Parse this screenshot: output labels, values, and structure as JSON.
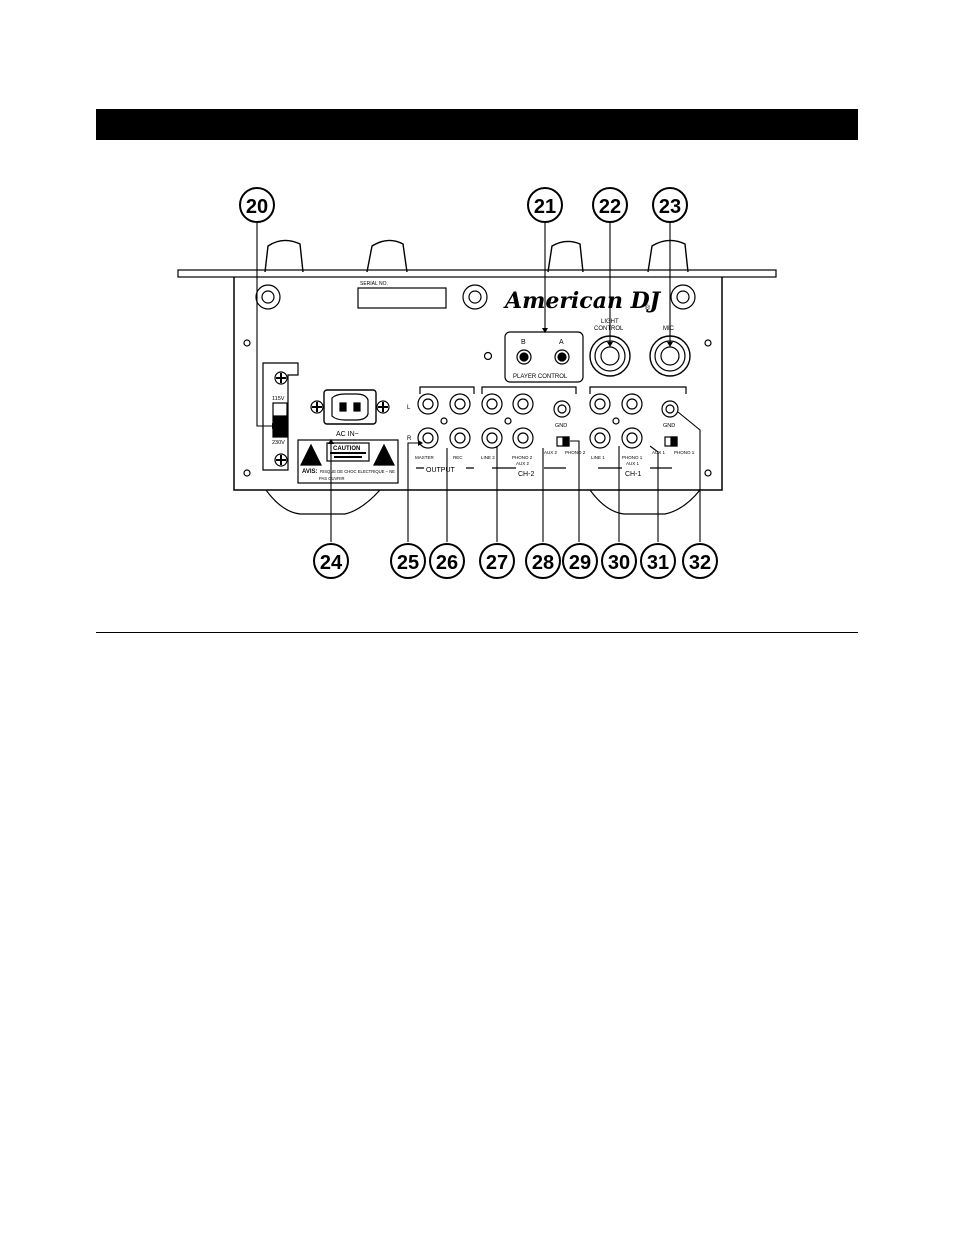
{
  "panel": {
    "serial_label": "SERIAL NO.",
    "brand": "American DJ",
    "registered_mark": "®",
    "player_control": {
      "b": "B",
      "a": "A",
      "title": "PLAYER CONTROL"
    },
    "light_control": [
      "LIGHT",
      "CONTROL"
    ],
    "mic": "MIC",
    "voltage": {
      "v115": "115V",
      "v230": "230V"
    },
    "ac_in": "AC IN~",
    "caution": "CAUTION",
    "avis": "AVIS:",
    "avis_text": "RISQUE DE CHOC ELECTRIQUE – NE",
    "avis_text2": "PAS OUVRIR",
    "output": {
      "l": "L",
      "r": "R",
      "master": "MASTER",
      "rec": "REC",
      "title": "OUTPUT"
    },
    "ch2": {
      "line": "LINE 2",
      "phono": "PHONO 2",
      "aux": "AUX 2",
      "aux_sw": "AUX 2",
      "phono_sw": "PHONO 2",
      "gnd": "GND",
      "title": "CH-2"
    },
    "ch1": {
      "line": "LINE 1",
      "phono": "PHONO 1",
      "aux": "AUX 1",
      "aux_sw": "AUX 1",
      "phono_sw": "PHONO 1",
      "gnd": "GND",
      "title": "CH-1"
    }
  },
  "callouts": {
    "c20": "20",
    "c21": "21",
    "c22": "22",
    "c23": "23",
    "c24": "24",
    "c25": "25",
    "c26": "26",
    "c27": "27",
    "c28": "28",
    "c29": "29",
    "c30": "30",
    "c31": "31",
    "c32": "32"
  },
  "colors": {
    "ink": "#000000",
    "paper": "#ffffff"
  }
}
